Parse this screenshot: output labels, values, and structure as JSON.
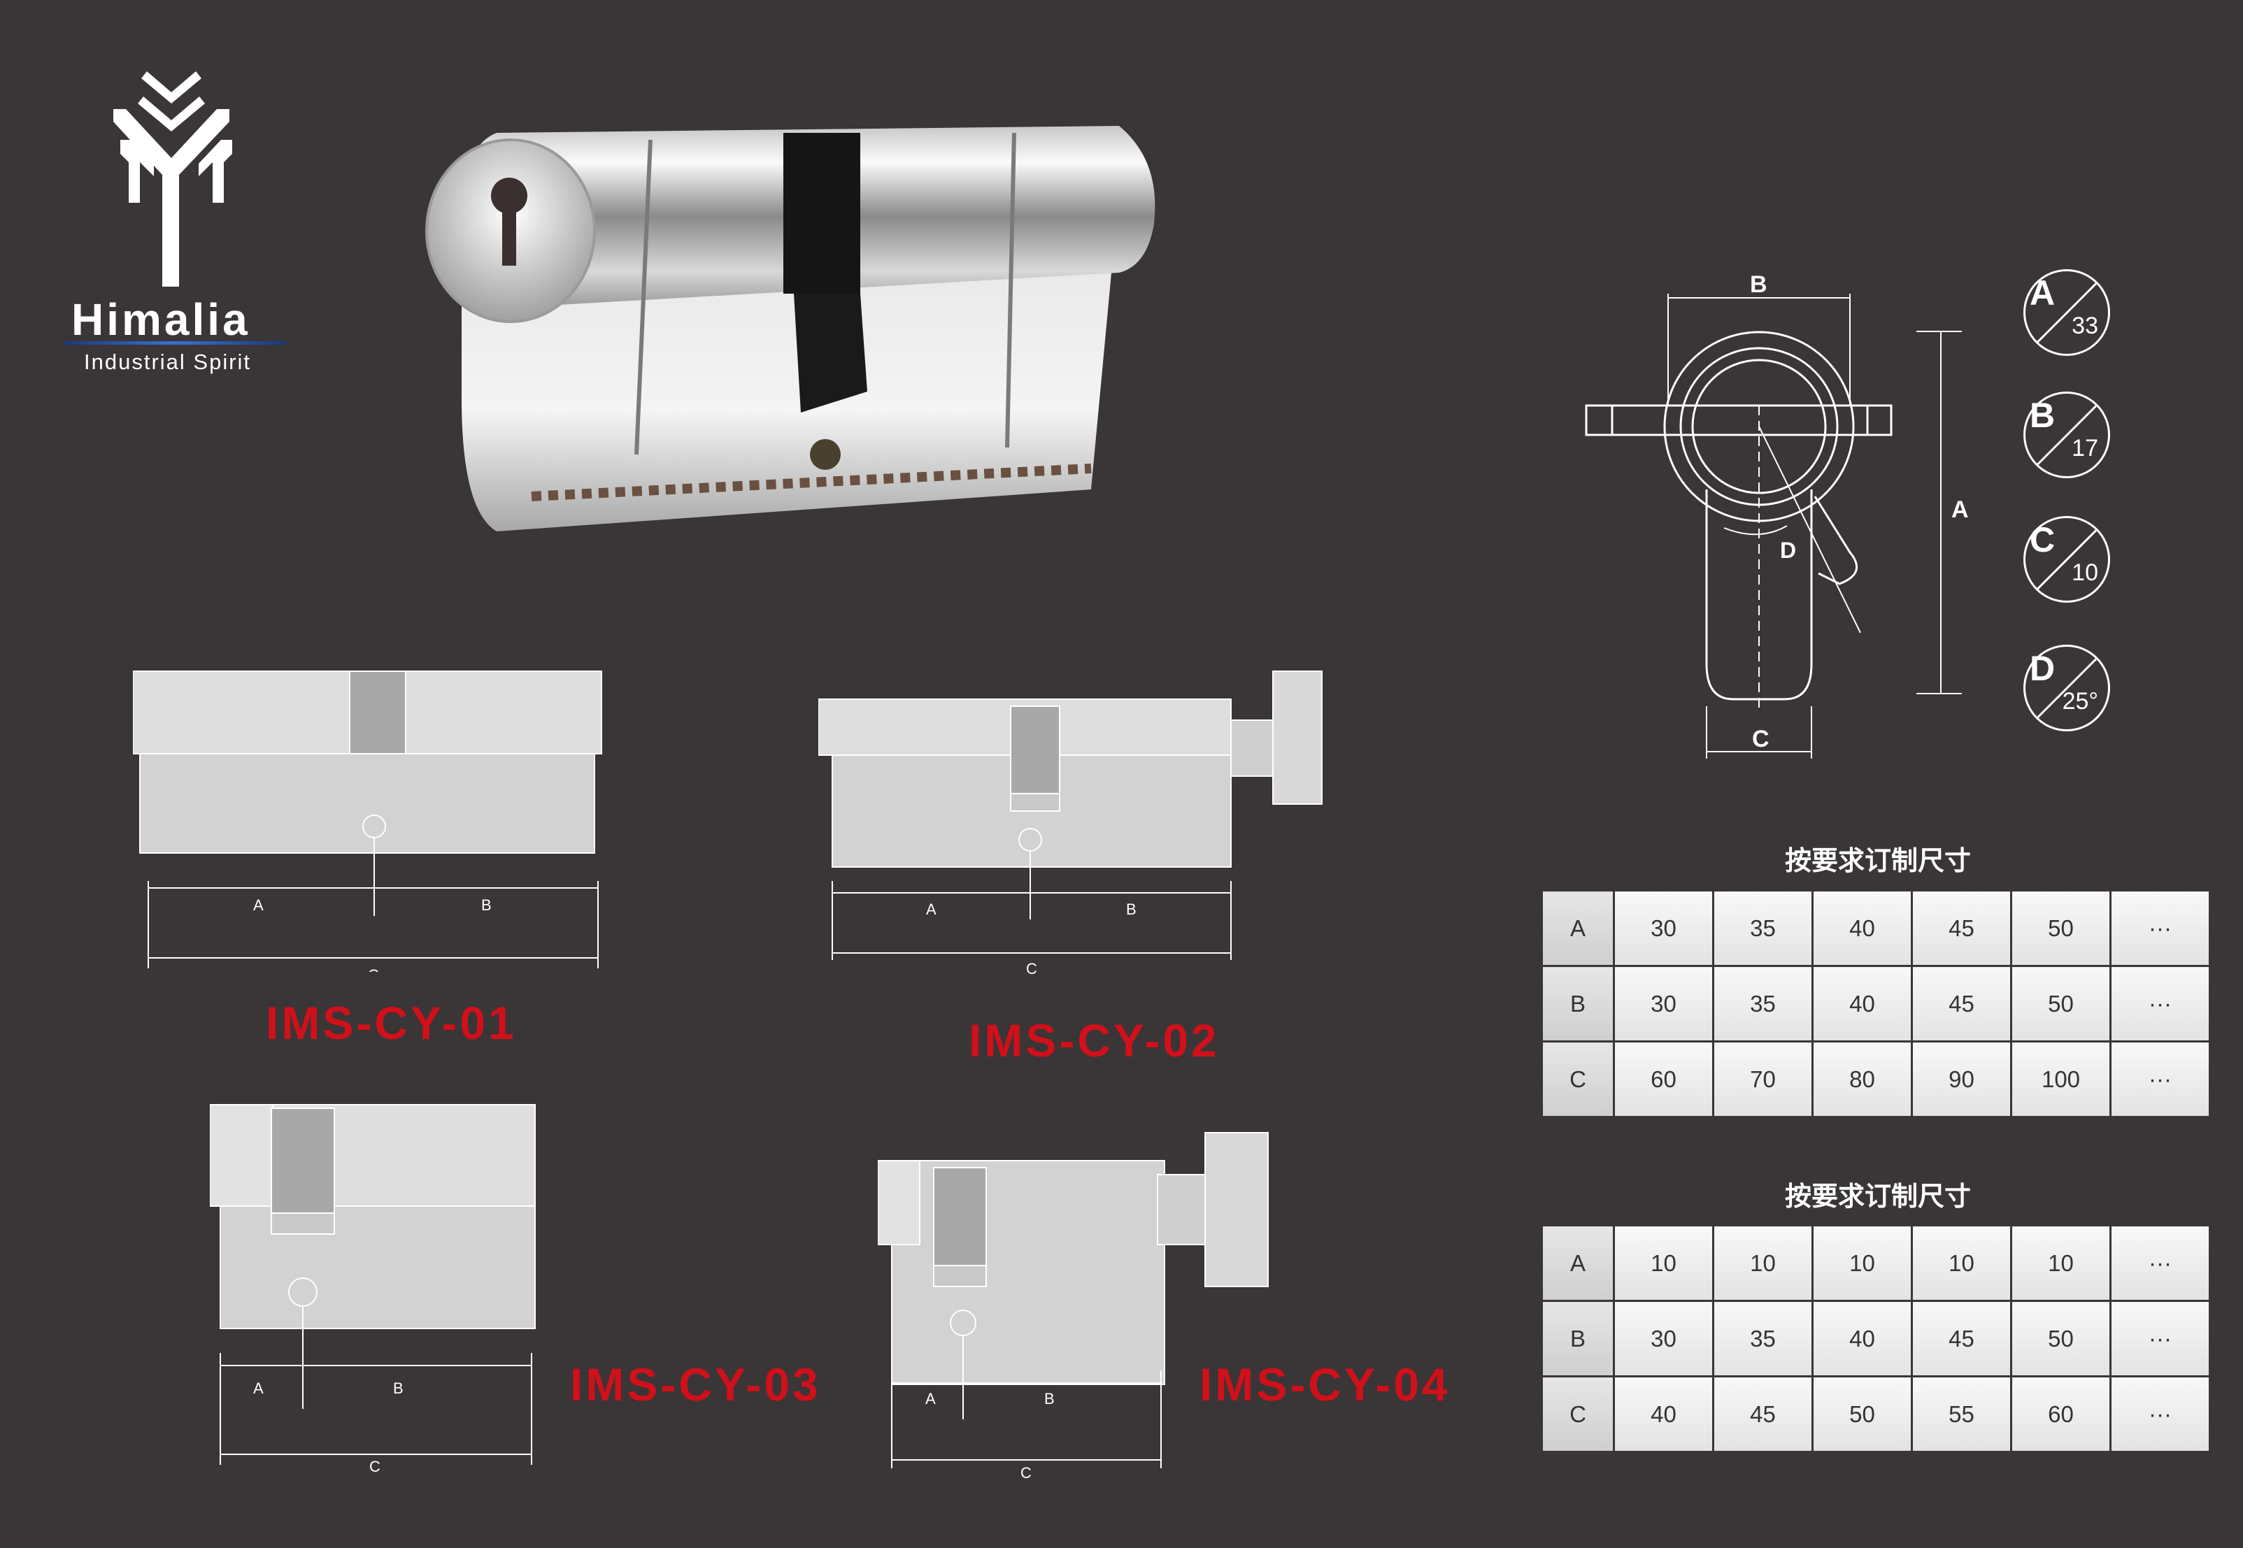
{
  "brand": {
    "name": "Himalia",
    "tagline": "Industrial Spirit"
  },
  "models": [
    {
      "code": "IMS-CY-01",
      "dims": [
        "A",
        "B",
        "C"
      ]
    },
    {
      "code": "IMS-CY-02",
      "dims": [
        "A",
        "B",
        "C"
      ]
    },
    {
      "code": "IMS-CY-03",
      "dims": [
        "A",
        "B",
        "C"
      ]
    },
    {
      "code": "IMS-CY-04",
      "dims": [
        "A",
        "B",
        "C"
      ]
    }
  ],
  "profile": {
    "labels": {
      "a": "A",
      "b": "B",
      "c": "C",
      "d": "D"
    },
    "badges": [
      {
        "letter": "A",
        "value": "33"
      },
      {
        "letter": "B",
        "value": "17"
      },
      {
        "letter": "C",
        "value": "10"
      },
      {
        "letter": "D",
        "value": "25°"
      }
    ]
  },
  "tables": [
    {
      "title": "按要求订制尺寸",
      "rows": [
        {
          "label": "A",
          "values": [
            "30",
            "35",
            "40",
            "45",
            "50",
            "···"
          ]
        },
        {
          "label": "B",
          "values": [
            "30",
            "35",
            "40",
            "45",
            "50",
            "···"
          ]
        },
        {
          "label": "C",
          "values": [
            "60",
            "70",
            "80",
            "90",
            "100",
            "···"
          ]
        }
      ]
    },
    {
      "title": "按要求订制尺寸",
      "rows": [
        {
          "label": "A",
          "values": [
            "10",
            "10",
            "10",
            "10",
            "10",
            "···"
          ]
        },
        {
          "label": "B",
          "values": [
            "30",
            "35",
            "40",
            "45",
            "50",
            "···"
          ]
        },
        {
          "label": "C",
          "values": [
            "40",
            "45",
            "50",
            "55",
            "60",
            "···"
          ]
        }
      ]
    }
  ]
}
